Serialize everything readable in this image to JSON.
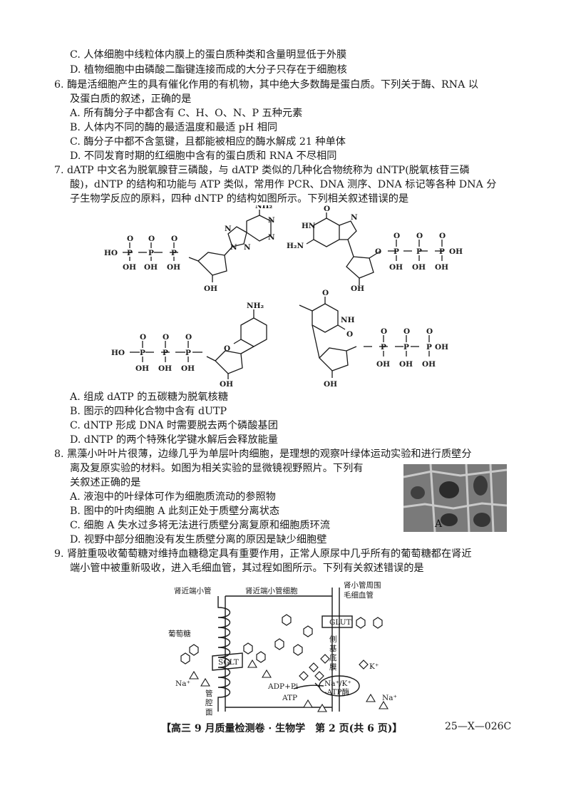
{
  "q5": {
    "opt_c": "C. 人体细胞中线粒体内膜上的蛋白质种类和含量明显低于外膜",
    "opt_d": "D. 植物细胞中由磷酸二酯键连接而成的大分子只存在于细胞核"
  },
  "q6": {
    "stem1": "6. 酶是活细胞产生的具有催化作用的有机物，其中绝大多数酶是蛋白质。下列关于酶、RNA 以",
    "stem2": "及蛋白质的叙述，正确的是",
    "opt_a": "A. 所有酶分子中都含有 C、H、O、N、P 五种元素",
    "opt_b": "B. 人体内不同的酶的最适温度和最适 pH 相同",
    "opt_c": "C. 酶分子中都不含氢键，且都能被相应的酶水解成 21 种单体",
    "opt_d": "D. 不同发育时期的红细胞中含有的蛋白质和 RNA 不尽相同"
  },
  "q7": {
    "stem1": "7. dATP 中文名为脱氧腺苷三磷酸，与 dATP 类似的几种化合物统称为 dNTP(脱氧核苷三磷",
    "stem2": "酸)，dNTP 的结构和功能与 ATP 类似，常用作 PCR、DNA 测序、DNA 标记等各种 DNA 分",
    "stem3": "子生物学反应的原料，四种 dNTP 的结构如图所示。下列相关叙述错误的是",
    "opt_a": "A. 组成 dATP 的五碳糖为脱氧核糖",
    "opt_b": "B. 图示的四种化合物中含有 dUTP",
    "opt_c": "C. dNTP 形成 DNA 时需要脱去两个磷酸基团",
    "opt_d": "D. dNTP 的两个特殊化学键水解后会释放能量",
    "figure_labels": {
      "nh2": "NH₂",
      "oh": "OH",
      "ho": "HO",
      "o": "O",
      "p": "P",
      "n": "N",
      "hn": "HN",
      "h2n": "H₂N",
      "nh": "NH"
    }
  },
  "q8": {
    "stem1": "8. 黑藻小叶叶片很薄，边缘几乎为单层叶肉细胞，是理想的观察叶绿体运动实验和进行质壁分",
    "stem2": "离及复原实验的材料。如图为相关实验的显微镜视野照片。下列有",
    "stem3": "关叙述正确的是",
    "opt_a": "A. 液泡中的叶绿体可作为细胞质流动的参照物",
    "opt_b": "B. 图中的叶肉细胞 A 此刻正处于质壁分离状态",
    "opt_c": "C. 细胞 A 失水过多将无法进行质壁分离复原和细胞质环流",
    "opt_d": "D. 视野中部分细胞没有发生质壁分离的原因是缺少细胞壁",
    "photo_label": "A"
  },
  "q9": {
    "stem1": "9. 肾脏重吸收葡萄糖对维持血糖稳定具有重要作用，正常人原尿中几乎所有的葡萄糖都在肾近",
    "stem2": "端小管中被重新吸收，进入毛细血管，其过程如图所示。下列有关叙述错误的是",
    "figure": {
      "tubule": "肾近端小管",
      "cell": "肾近端小管细胞",
      "capillary1": "肾小管周围",
      "capillary2": "毛细血管",
      "glucose": "葡萄糖",
      "glut": "GLUT",
      "sglt": "SGLT",
      "na": "Na⁺",
      "k": "K⁺",
      "basal1": "侧",
      "basal2": "基",
      "basal3": "底",
      "basal4": "膜",
      "lumen1": "管",
      "lumen2": "腔",
      "lumen3": "面",
      "pump1": "Na⁺/K⁺",
      "pump2": "-ATP酶",
      "adp": "ADP+Pi",
      "atp": "ATP"
    }
  },
  "footer": {
    "center": "【高三 9 月质量检测卷 · 生物学　第 2 页(共 6 页)】",
    "code": "25—X—026C"
  }
}
